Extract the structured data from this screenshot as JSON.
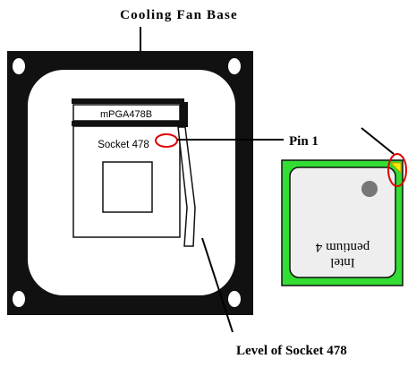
{
  "diagram": {
    "title": "Cooling Fan Base",
    "labels": {
      "pin1": "Pin 1",
      "lever": "Level of Socket 478"
    },
    "socket": {
      "model_label": "mPGA478B",
      "name_label": "Socket 478"
    },
    "cpu": {
      "line1": "Intel",
      "line2": "pentium 4"
    },
    "colors": {
      "frame": "#111111",
      "base_fill": "#ffffff",
      "cpu_border": "#33dd33",
      "cpu_surface": "#eeeeee",
      "pin_highlight": "#e00000",
      "pin_marker": "#ffee00",
      "dot": "#777777"
    }
  }
}
